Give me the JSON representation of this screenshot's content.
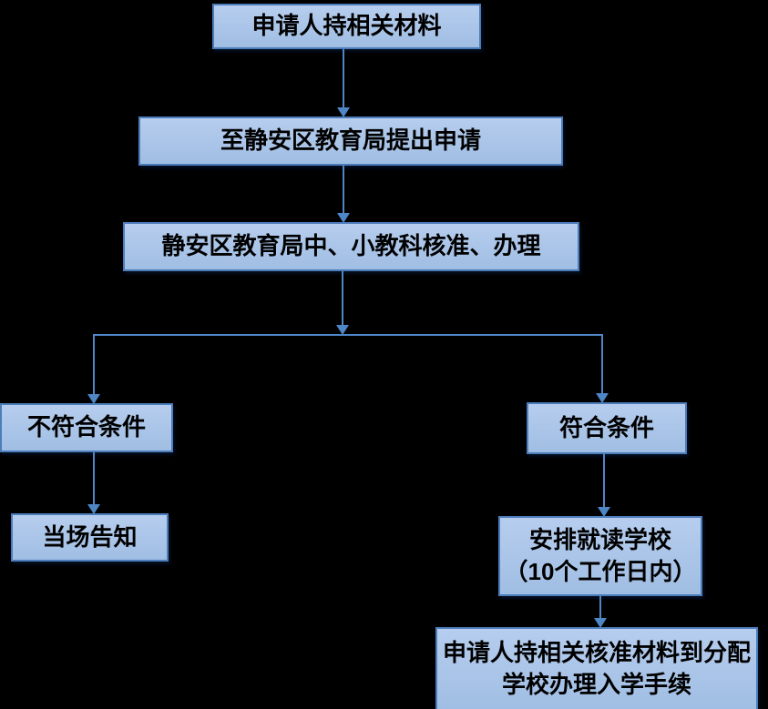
{
  "flowchart": {
    "colors": {
      "background": "#000000",
      "box_fill_top": "#B6CDEE",
      "box_fill_bottom": "#A0BEE3",
      "box_border": "#4C7DBB",
      "connector": "#4E86C6",
      "text": "#000000"
    },
    "nodes": {
      "materials": {
        "lines": [
          "申请人持相关材料"
        ]
      },
      "apply": {
        "lines": [
          "至静安区教育局提出申请"
        ]
      },
      "review": {
        "lines": [
          "静安区教育局中、小教科核准、办理"
        ]
      },
      "not_eligible": {
        "lines": [
          "不符合条件"
        ]
      },
      "inform": {
        "lines": [
          "当场告知"
        ]
      },
      "eligible": {
        "lines": [
          "符合条件"
        ]
      },
      "arrange": {
        "lines": [
          "安排就读学校",
          "（10个工作日内）"
        ]
      },
      "enroll": {
        "lines": [
          "申请人持相关核准材料到分配",
          "学校办理入学手续"
        ]
      }
    },
    "edges": [
      {
        "from": "materials",
        "to": "apply"
      },
      {
        "from": "apply",
        "to": "review"
      },
      {
        "from": "review",
        "to": "not_eligible"
      },
      {
        "from": "review",
        "to": "eligible"
      },
      {
        "from": "not_eligible",
        "to": "inform"
      },
      {
        "from": "eligible",
        "to": "arrange"
      },
      {
        "from": "arrange",
        "to": "enroll"
      }
    ]
  }
}
